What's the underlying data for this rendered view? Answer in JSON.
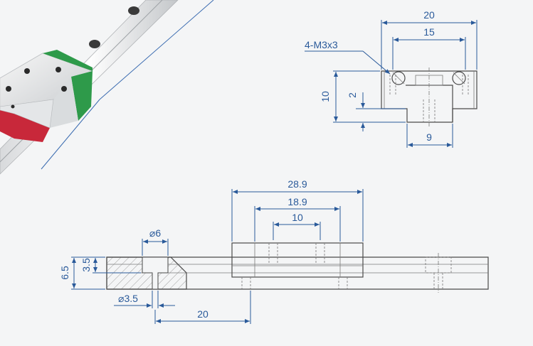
{
  "diagram": {
    "top_view": {
      "width_overall": "20",
      "width_holes": "15",
      "thread_callout": "4-M3x3",
      "height_overall": "10",
      "rail_gap": "2",
      "rail_width": "9"
    },
    "side_view": {
      "block_length": "28.9",
      "block_body_length": "18.9",
      "hole_pitch": "10",
      "counterbore_diameter": "⌀6",
      "rail_height": "6.5",
      "counterbore_depth": "3.5",
      "through_hole_diameter": "⌀3.5",
      "hole_offset": "20"
    }
  },
  "colors": {
    "dimension": "#2a5a9a",
    "block_green": "#2e9a4a",
    "block_red": "#c8283a"
  }
}
